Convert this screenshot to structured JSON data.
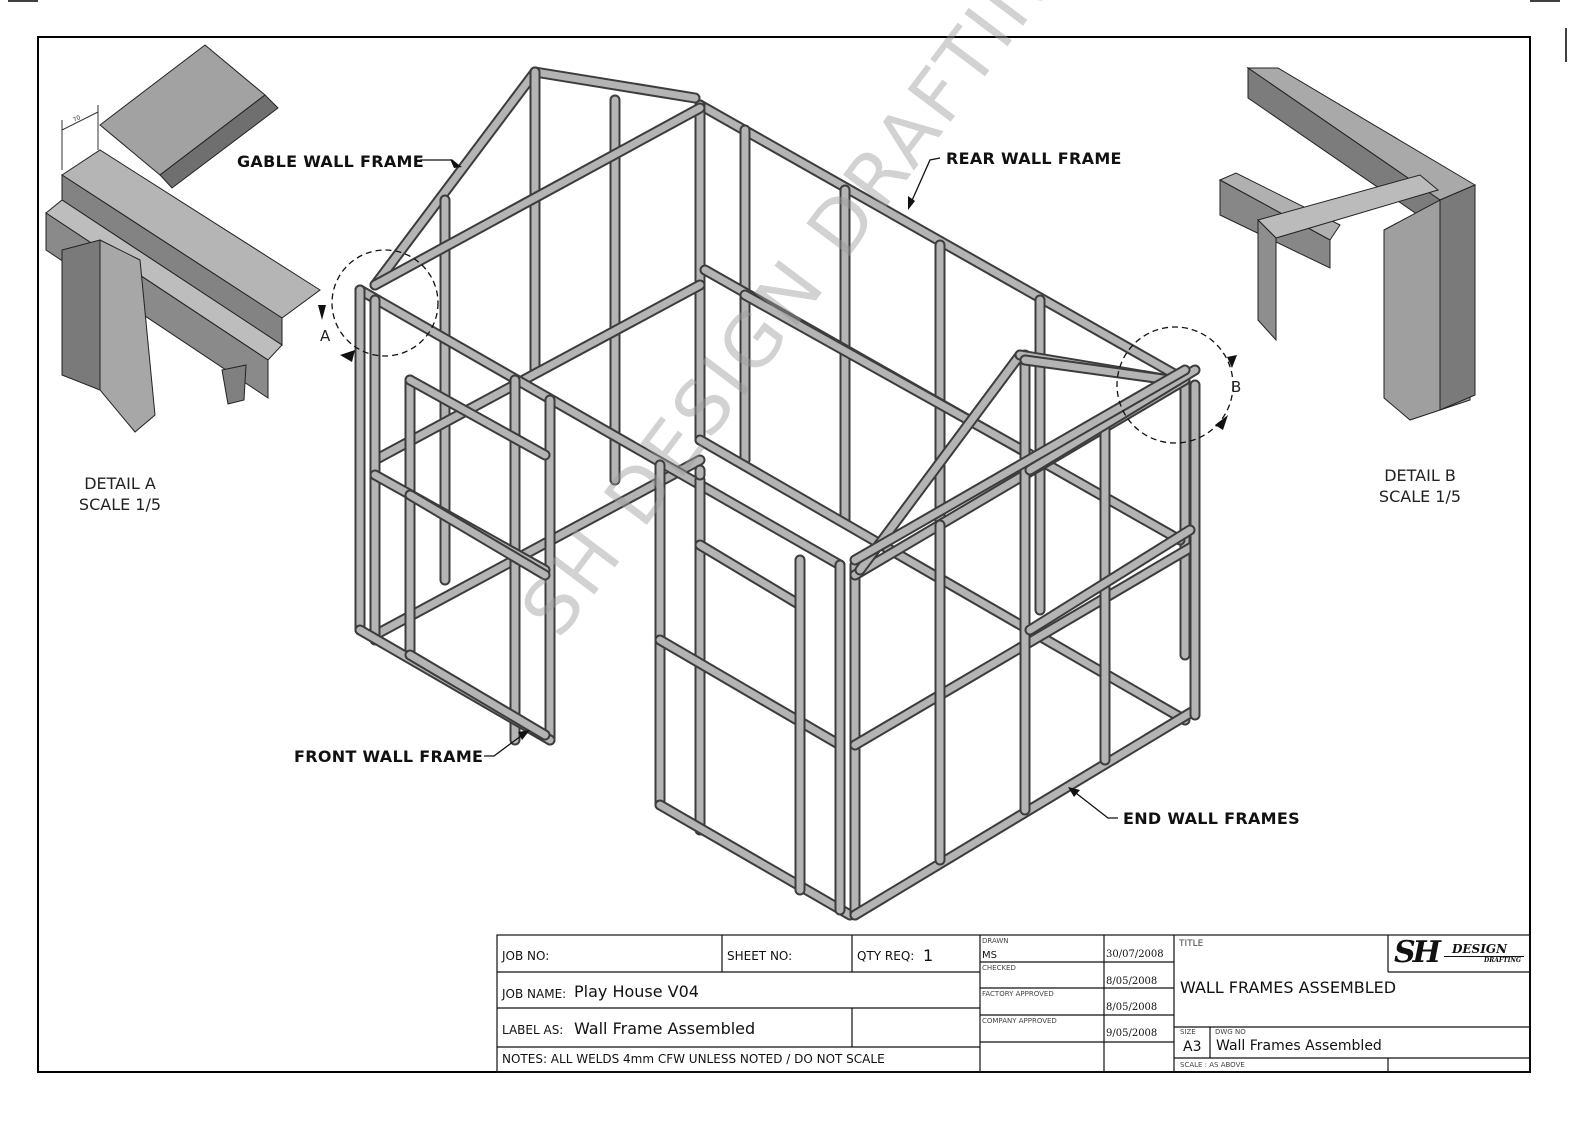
{
  "callouts": {
    "gable": "GABLE WALL FRAME",
    "rear": "REAR WALL FRAME",
    "front": "FRONT WALL FRAME",
    "end": "END WALL FRAMES"
  },
  "detail_a": {
    "line1": "DETAIL  A",
    "line2": "SCALE 1/5",
    "marker": "A",
    "dimension": "70"
  },
  "detail_b": {
    "line1": "DETAIL  B",
    "line2": "SCALE 1/5",
    "marker": "B"
  },
  "watermark": "SH DESIGN DRAFTING",
  "title_block": {
    "job_no_label": "JOB NO:",
    "job_no": "",
    "sheet_no_label": "SHEET NO:",
    "sheet_no": "",
    "qty_label": "QTY REQ:",
    "qty": "1",
    "job_name_label": "JOB NAME:",
    "job_name": "Play House V04",
    "label_as_label": "LABEL AS:",
    "label_as": "Wall Frame Assembled",
    "notes": "NOTES:  ALL WELDS 4mm CFW UNLESS NOTED  /  DO NOT SCALE",
    "drawn_label": "DRAWN",
    "drawn_by": "MS",
    "drawn_date": "30/07/2008",
    "checked_label": "CHECKED",
    "checked_date": "8/05/2008",
    "factory_label": "FACTORY APPROVED",
    "factory_date": "8/05/2008",
    "company_label": "COMPANY APPROVED",
    "company_date": "9/05/2008",
    "title_label": "TITLE",
    "title": "WALL FRAMES ASSEMBLED",
    "size_label": "SIZE",
    "size": "A3",
    "dwg_no_label": "DWG NO",
    "dwg_no": "Wall Frames Assembled",
    "scale_label": "SCALE : AS ABOVE",
    "logo_mark": "SH",
    "logo_word1": "DESIGN",
    "logo_word2": "DRAFTING"
  }
}
